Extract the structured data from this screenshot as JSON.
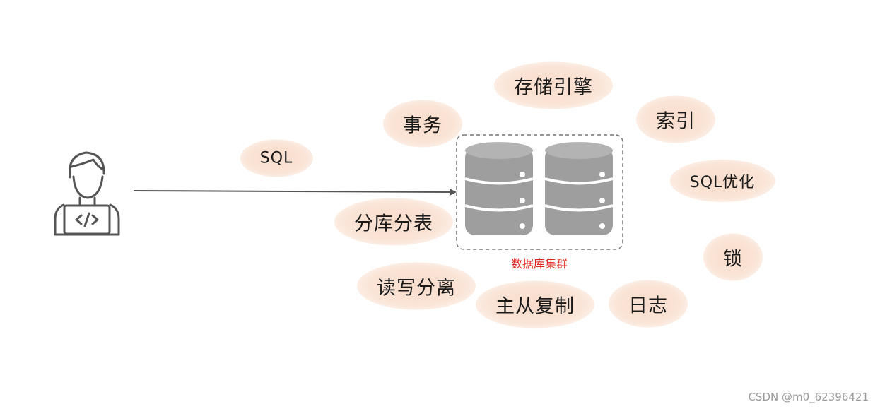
{
  "topics": {
    "storage_engine": "存储引擎",
    "transaction": "事务",
    "index": "索引",
    "sql": "SQL",
    "sql_optimization": "SQL优化",
    "sharding": "分库分表",
    "lock": "锁",
    "read_write_split": "读写分离",
    "replication": "主从复制",
    "log": "日志"
  },
  "cluster": {
    "label": "数据库集群"
  },
  "watermark": "CSDN @m0_62396421",
  "colors": {
    "bubble": "#f9decf",
    "database": "#9e9e9e",
    "cluster_label": "#e0261b",
    "icon_stroke": "#555555",
    "arrow": "#555555"
  },
  "icons": {
    "developer": "developer-laptop-icon",
    "database": "database-server-icon"
  }
}
